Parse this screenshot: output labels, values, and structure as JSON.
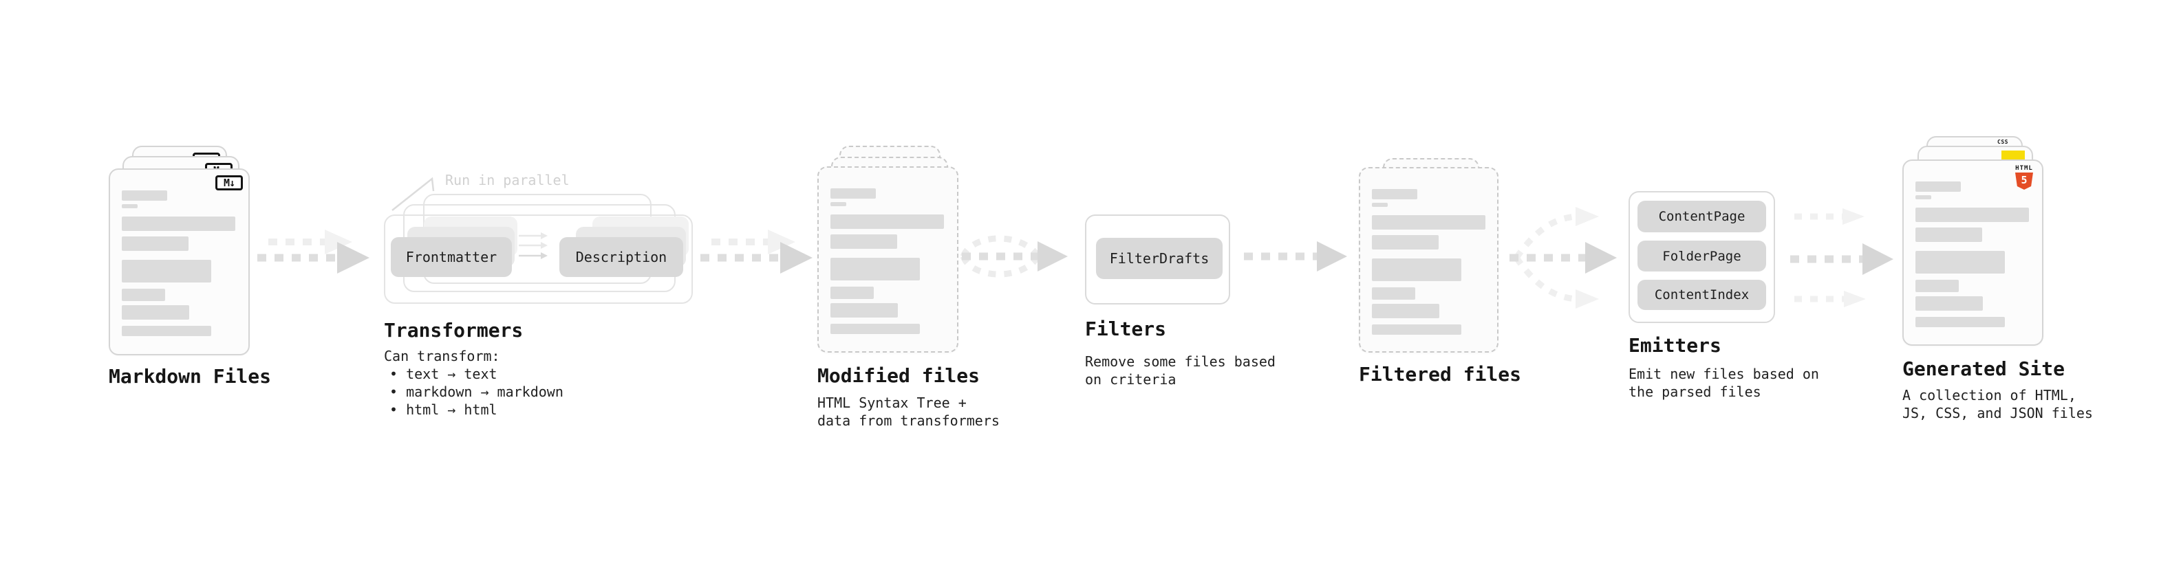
{
  "stages": {
    "markdown": {
      "label": "Markdown Files",
      "badge": "M↓"
    },
    "transformers": {
      "label": "Transformers",
      "annotation": "Run in parallel",
      "boxes": {
        "frontmatter": "Frontmatter",
        "description": "Description"
      },
      "desc_title": "Can transform:",
      "bullets": {
        "b1": "• text → text",
        "b2": "• markdown → markdown",
        "b3": "• html → html"
      }
    },
    "modified": {
      "label": "Modified files",
      "desc": {
        "line1": "HTML Syntax Tree +",
        "line2": "data from transformers"
      }
    },
    "filters": {
      "label": "Filters",
      "box": "FilterDrafts",
      "desc": {
        "line1": "Remove some files based",
        "line2": "on criteria"
      }
    },
    "filtered": {
      "label": "Filtered files"
    },
    "emitters": {
      "label": "Emitters",
      "boxes": {
        "b1": "ContentPage",
        "b2": "FolderPage",
        "b3": "ContentIndex"
      },
      "desc": {
        "line1": "Emit new files based on",
        "line2": "the parsed files"
      }
    },
    "generated": {
      "label": "Generated Site",
      "desc": {
        "line1": "A collection of HTML,",
        "line2": "JS, CSS, and JSON files"
      },
      "badges": {
        "css": "CSS",
        "html_text": "HTML",
        "html_num": "5"
      }
    }
  },
  "colors": {
    "html5_orange": "#e44d26",
    "js_yellow": "#f7dc08",
    "css_blue": "#2d6fe1",
    "box_gray": "#d9d9d9",
    "arrow_gray": "#d6d6d6"
  }
}
